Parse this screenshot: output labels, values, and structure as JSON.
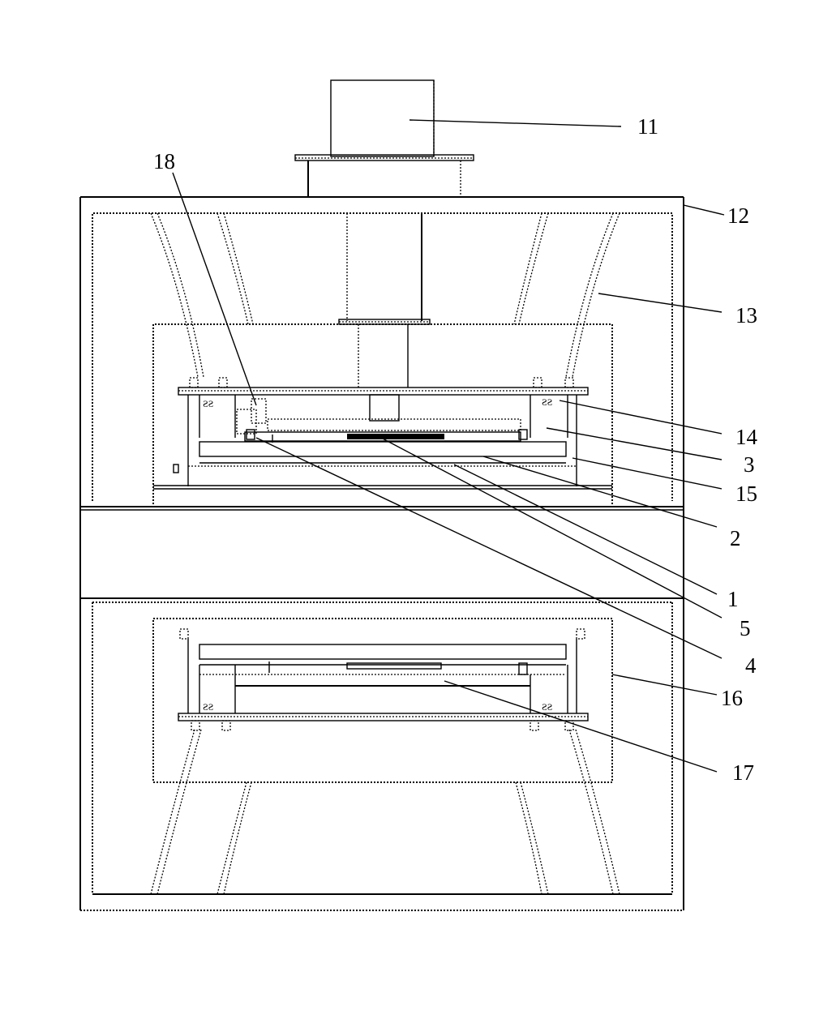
{
  "labels": {
    "l11": "11",
    "l12": "12",
    "l13": "13",
    "l14": "14",
    "l3": "3",
    "l15": "15",
    "l2": "2",
    "l1": "1",
    "l5": "5",
    "l4": "4",
    "l16": "16",
    "l17": "17",
    "l18": "18"
  }
}
